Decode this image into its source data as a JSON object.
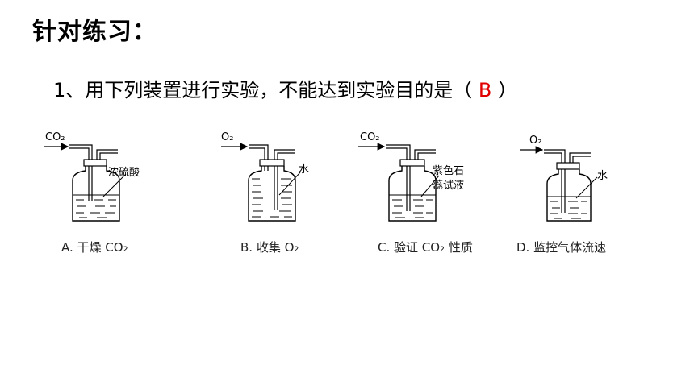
{
  "slide": {
    "title": "针对练习：",
    "question_prefix": "1、用下列装置进行实验，不能达到实验目的是（",
    "answer": "B",
    "question_suffix": "）"
  },
  "apparatus": [
    {
      "gas": "CO₂",
      "liquid": "浓硫酸",
      "caption": "A. 干燥 CO₂"
    },
    {
      "gas": "O₂",
      "liquid": "水",
      "caption": "B. 收集 O₂"
    },
    {
      "gas": "CO₂",
      "liquid_line1": "紫色石",
      "liquid_line2": "蕊试液",
      "caption": "C. 验证 CO₂ 性质"
    },
    {
      "gas": "O₂",
      "liquid": "水",
      "caption": "D. 监控气体流速"
    }
  ]
}
